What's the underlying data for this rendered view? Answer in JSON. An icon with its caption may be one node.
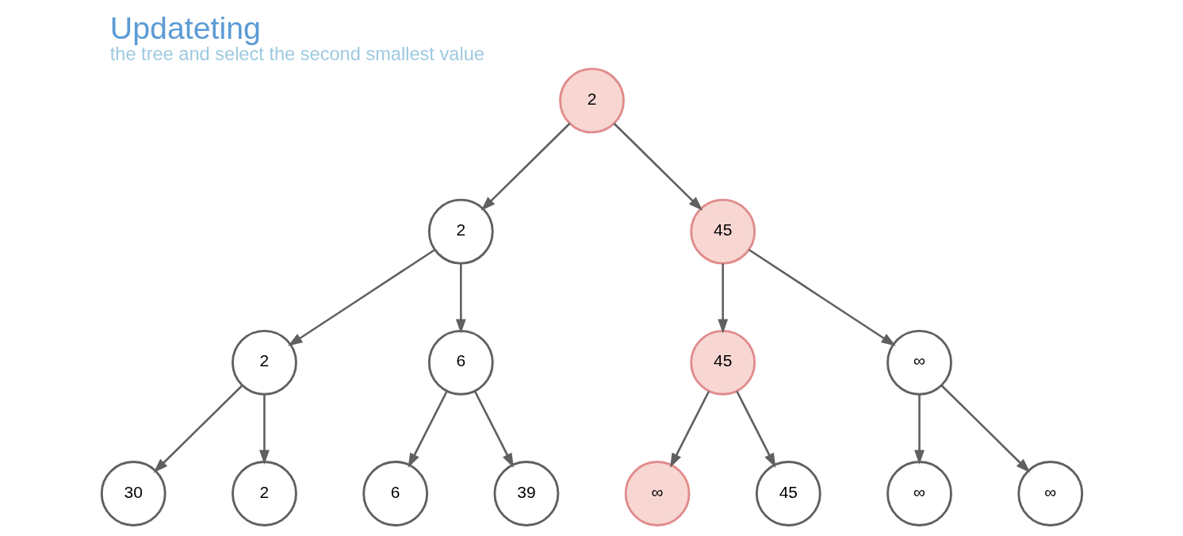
{
  "diagram": {
    "title": "Updateting",
    "caption": "the tree and select the second smallest value",
    "nodes": [
      {
        "text": [
          "2"
        ]
      },
      {
        "text": [
          "2"
        ]
      },
      {
        "text": [
          "45"
        ]
      },
      {
        "text": [
          "2"
        ]
      },
      {
        "text": [
          "6"
        ]
      },
      {
        "text": [
          "45"
        ]
      },
      {
        "text": [
          "∞"
        ]
      },
      {
        "text": [
          "30"
        ]
      },
      {
        "text": [
          "2"
        ]
      },
      {
        "text": [
          "6"
        ]
      },
      {
        "text": [
          "39"
        ]
      },
      {
        "text": [
          "∞"
        ]
      },
      {
        "text": [
          "45"
        ]
      },
      {
        "text": [
          "∞"
        ]
      },
      {
        "text": [
          "∞"
        ]
      }
    ],
    "edges": [
      {
        "from": 0,
        "to": 1,
        "arrow": "to"
      },
      {
        "from": 0,
        "to": 2,
        "arrow": "to"
      },
      {
        "from": 1,
        "to": 3,
        "arrow": "to"
      },
      {
        "from": 1,
        "to": 4,
        "arrow": "to"
      },
      {
        "from": 2,
        "to": 5,
        "arrow": "to"
      },
      {
        "from": 2,
        "to": 6,
        "arrow": "to"
      },
      {
        "from": 3,
        "to": 7,
        "arrow": "to"
      },
      {
        "from": 3,
        "to": 8,
        "arrow": "to"
      },
      {
        "from": 4,
        "to": 9,
        "arrow": "to"
      },
      {
        "from": 4,
        "to": 10,
        "arrow": "to"
      },
      {
        "from": 5,
        "to": 11,
        "arrow": "to"
      },
      {
        "from": 5,
        "to": 12,
        "arrow": "to"
      },
      {
        "from": 6,
        "to": 13,
        "arrow": "to"
      },
      {
        "from": 6,
        "to": 14,
        "arrow": "to"
      }
    ]
  }
}
